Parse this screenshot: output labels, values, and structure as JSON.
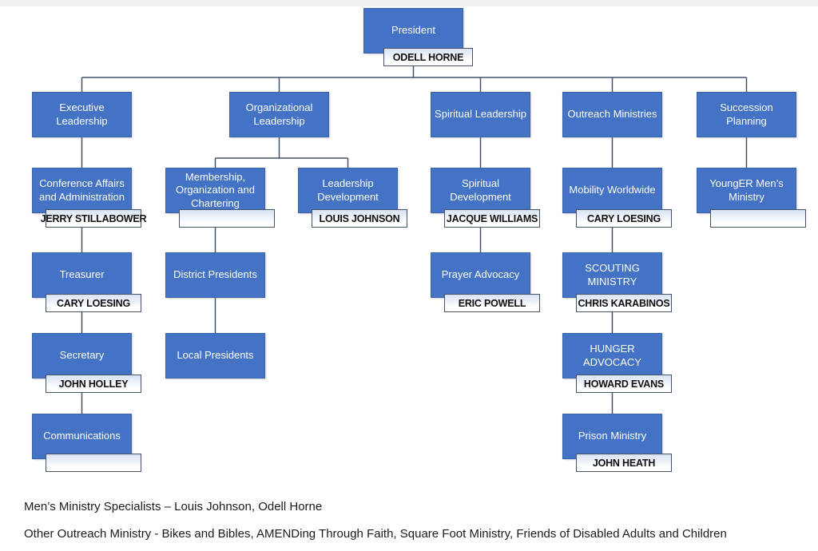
{
  "diagram_title": "Men's Ministry Organizational Chart",
  "colors": {
    "node_fill": "#4472C4",
    "node_border": "#3B63A8",
    "connector": "#44546A",
    "label_border": "#44546A",
    "label_grad_top": "#D9E2F3",
    "topbar": "#F0EFF1",
    "page_bg": "#FFFFFF",
    "text_dark": "#1A1A1A"
  },
  "nodes": {
    "president": {
      "title": "President",
      "person": "ODELL HORNE"
    },
    "executive_leadership": {
      "title": "Executive Leadership"
    },
    "organizational_leadership": {
      "title": "Organizational Leadership"
    },
    "spiritual_leadership": {
      "title": "Spiritual Leadership"
    },
    "outreach_ministries": {
      "title": "Outreach Ministries"
    },
    "succession_planning": {
      "title": "Succession Planning"
    },
    "conference_affairs": {
      "title": "Conference Affairs and Administration",
      "person": "JERRY STILLABOWER"
    },
    "membership_org": {
      "title": "Membership, Organization and Chartering",
      "person": ""
    },
    "leadership_development": {
      "title": "Leadership Development",
      "person": "LOUIS JOHNSON"
    },
    "spiritual_development": {
      "title": "Spiritual Development",
      "person": "JACQUE WILLIAMS"
    },
    "mobility_worldwide": {
      "title": "Mobility Worldwide",
      "person": "CARY LOESING"
    },
    "younger_mens_ministry": {
      "title": "YoungER Men’s Ministry",
      "person": ""
    },
    "treasurer": {
      "title": "Treasurer",
      "person": "CARY LOESING"
    },
    "district_presidents": {
      "title": "District Presidents"
    },
    "prayer_advocacy": {
      "title": "Prayer Advocacy",
      "person": "ERIC POWELL"
    },
    "scouting_ministry": {
      "title": "SCOUTING MINISTRY",
      "person": "CHRIS KARABINOS"
    },
    "secretary": {
      "title": "Secretary",
      "person": "JOHN HOLLEY"
    },
    "local_presidents": {
      "title": "Local Presidents"
    },
    "hunger_advocacy": {
      "title": "HUNGER ADVOCACY",
      "person": "HOWARD EVANS"
    },
    "communications": {
      "title": "Communications",
      "person": ""
    },
    "prison_ministry": {
      "title": "Prison Ministry",
      "person": "JOHN HEATH"
    }
  },
  "footnotes": {
    "specialists": "Men’s Ministry Specialists – Louis Johnson, Odell Horne",
    "other_outreach": "Other Outreach Ministry - Bikes and Bibles, AMENDing Through Faith, Square Foot Ministry, Friends of Disabled Adults and Children"
  }
}
